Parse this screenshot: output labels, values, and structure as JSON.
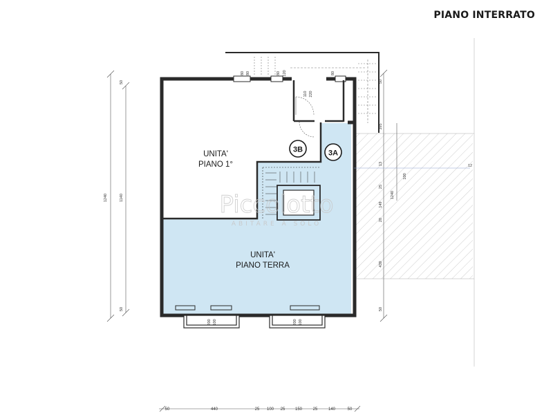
{
  "title": "PIANO INTERRATO",
  "rooms": {
    "upper_label_1": "UNITA'",
    "upper_label_2": "PIANO 1°",
    "lower_label_1": "UNITA'",
    "lower_label_2": "PIANO TERRA"
  },
  "badges": {
    "b": "3B",
    "a": "3A"
  },
  "watermark": {
    "name": "Piccolotto",
    "tagline": "ABITARE A SOLO"
  },
  "dims": {
    "left_outer": "1240",
    "left_inner": "1140",
    "left_top": "50",
    "left_bottom": "50",
    "top_80a": "80",
    "top_80b": "80",
    "top_80c": "80",
    "top_80d": "80",
    "top_120": "120",
    "door_110": "110",
    "door_220": "220",
    "right_50": "50",
    "right_395": "395",
    "right_13": "13",
    "right_100": "100",
    "right_25": "25",
    "right_149": "149",
    "right_20": "20",
    "right_1240": "1240",
    "right_439": "439",
    "right_50b": "50",
    "arrow_12": "12",
    "win1_200": "200",
    "win1_100": "100",
    "win2_200": "200",
    "win2_100": "100",
    "bottom": [
      "50",
      "440",
      "25",
      "100",
      "25",
      "150",
      "25",
      "140",
      "50"
    ]
  },
  "colors": {
    "highlight": "#cfe6f3",
    "wall": "#2a2a2a",
    "line": "#555555"
  }
}
